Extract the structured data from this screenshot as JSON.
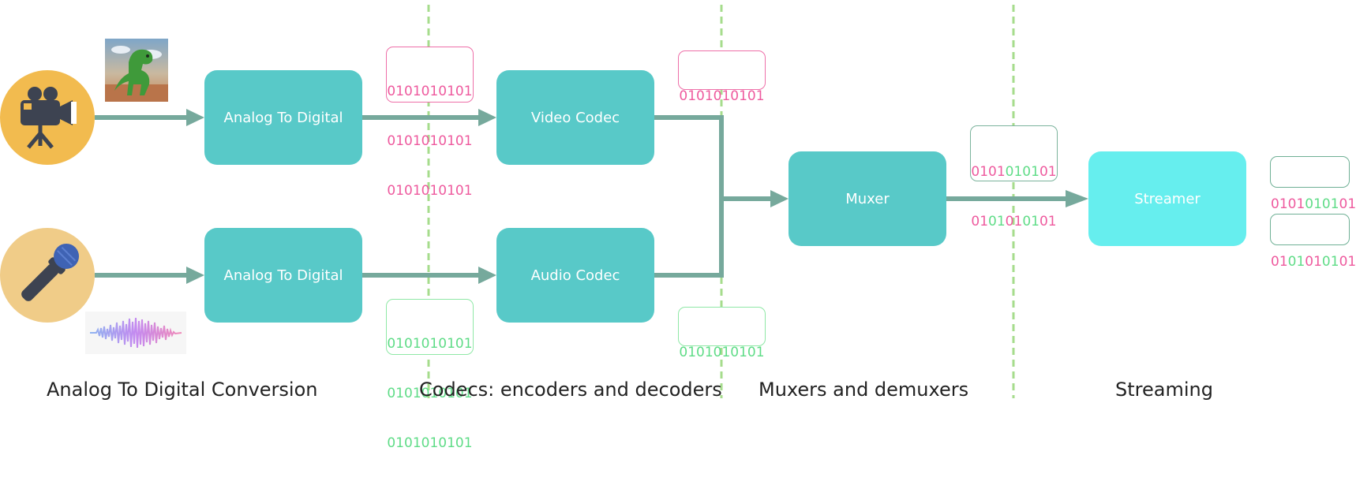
{
  "colors": {
    "box": "#58c9c8",
    "streamer": "#66eeee",
    "arrow": "#76a99c",
    "divider": "#a6dc8c",
    "pink_bits": "#ee5a9e",
    "green_bits": "#5fdc87",
    "camera_circle": "#f2bb4f",
    "mic_circle": "#f0cc88"
  },
  "icons": {
    "camera": "video-camera-icon",
    "microphone": "microphone-icon",
    "dinosaur": "dinosaur-image",
    "waveform": "audio-waveform-image"
  },
  "boxes": {
    "adc_video": "Analog To Digital",
    "adc_audio": "Analog To Digital",
    "video_codec": "Video Codec",
    "audio_codec": "Audio Codec",
    "muxer": "Muxer",
    "streamer": "Streamer"
  },
  "bit_labels": {
    "video_raw": [
      "0101010101",
      "0101010101",
      "0101010101"
    ],
    "audio_raw": [
      "0101010101",
      "0101010101",
      "0101010101"
    ],
    "video_encoded": "0101010101",
    "audio_encoded": "0101010101",
    "muxed": [
      [
        {
          "t": "0101",
          "c": "p"
        },
        {
          "t": "0101",
          "c": "g"
        },
        {
          "t": "01",
          "c": "p"
        }
      ],
      [
        {
          "t": "01",
          "c": "p"
        },
        {
          "t": "01",
          "c": "g"
        },
        {
          "t": "01",
          "c": "p"
        },
        {
          "t": "01",
          "c": "g"
        },
        {
          "t": "01",
          "c": "p"
        }
      ]
    ],
    "stream_a": [
      {
        "t": "0101",
        "c": "p"
      },
      {
        "t": "0101",
        "c": "g"
      },
      {
        "t": "01",
        "c": "p"
      }
    ],
    "stream_b": [
      {
        "t": "01",
        "c": "p"
      },
      {
        "t": "01",
        "c": "g"
      },
      {
        "t": "01",
        "c": "p"
      },
      {
        "t": "01",
        "c": "g"
      },
      {
        "t": "01",
        "c": "p"
      }
    ]
  },
  "stages": {
    "conversion": "Analog To Digital Conversion",
    "codecs": "Codecs: encoders and decoders",
    "muxers": "Muxers and demuxers",
    "streaming": "Streaming"
  }
}
